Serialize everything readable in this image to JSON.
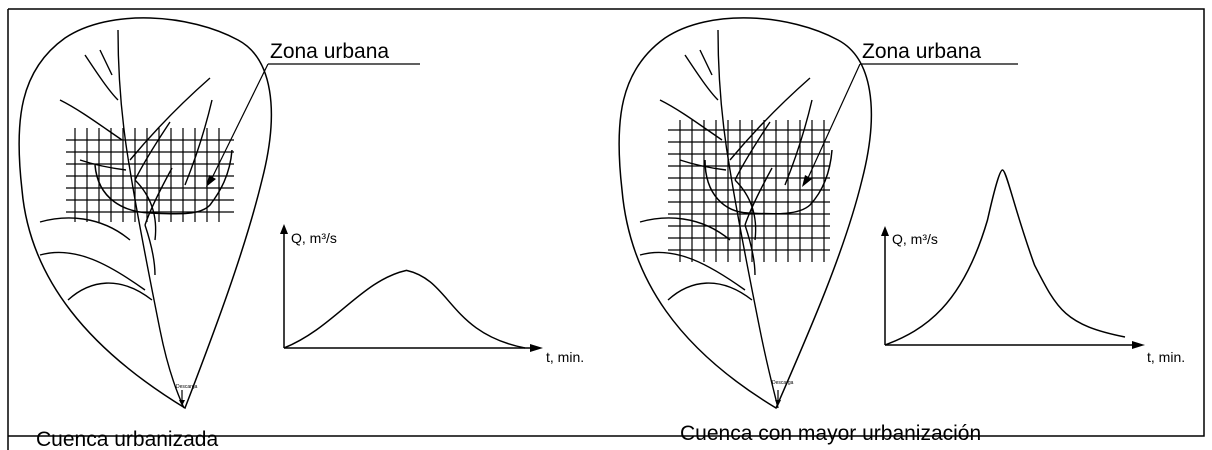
{
  "panels": [
    {
      "caption": "Cuenca urbanizada",
      "zone_label": "Zona urbana",
      "outlet_label": "Descarga",
      "y_axis_label": "Q, m³/s",
      "x_axis_label": "t, min."
    },
    {
      "caption": "Cuenca con mayor urbanización",
      "zone_label": "Zona urbana",
      "outlet_label": "Descarga",
      "y_axis_label": "Q, m³/s",
      "x_axis_label": "t, min."
    }
  ],
  "hydrographs": [
    {
      "description_shape": "broad, lower peak",
      "relative_peak": 0.55,
      "peak_time_fraction": 0.5
    },
    {
      "description_shape": "sharp, higher peak",
      "relative_peak": 0.95,
      "peak_time_fraction": 0.47
    }
  ],
  "colors": {
    "ink": "#000000",
    "background": "#ffffff"
  }
}
